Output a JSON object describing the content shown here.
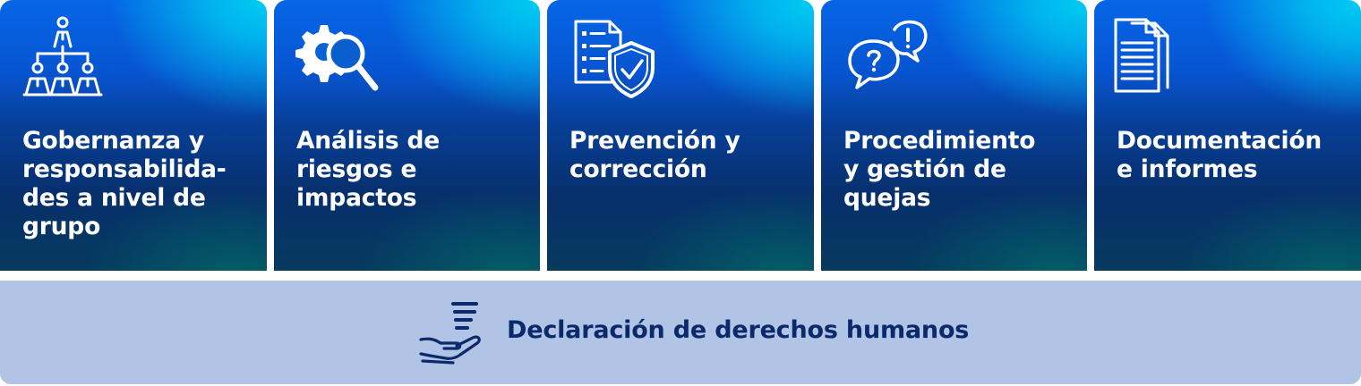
{
  "cards": [
    {
      "icon": "org-hierarchy-icon",
      "label": "Gobernanza y\nresponsabilida-\ndes a nivel de\ngrupo"
    },
    {
      "icon": "gear-magnifier-icon",
      "label": "Análisis de\nriesgos e\nimpactos"
    },
    {
      "icon": "document-shield-check-icon",
      "label": "Prevención y\ncorrección"
    },
    {
      "icon": "speech-bubbles-question-exclamation-icon",
      "label": "Procedimiento\ny gestión de\nquejas"
    },
    {
      "icon": "stacked-documents-icon",
      "label": "Documentación\ne informes"
    }
  ],
  "banner": {
    "icon": "hand-holding-coins-icon",
    "label": "Declaración de derechos humanos"
  },
  "colors": {
    "card_gradient_top": "#0566e6",
    "card_gradient_cyan": "#00ccf2",
    "card_gradient_bottom": "#072f6c",
    "card_text": "#ffffff",
    "banner_background": "#b1c4e6",
    "banner_text": "#0a2a6b"
  }
}
